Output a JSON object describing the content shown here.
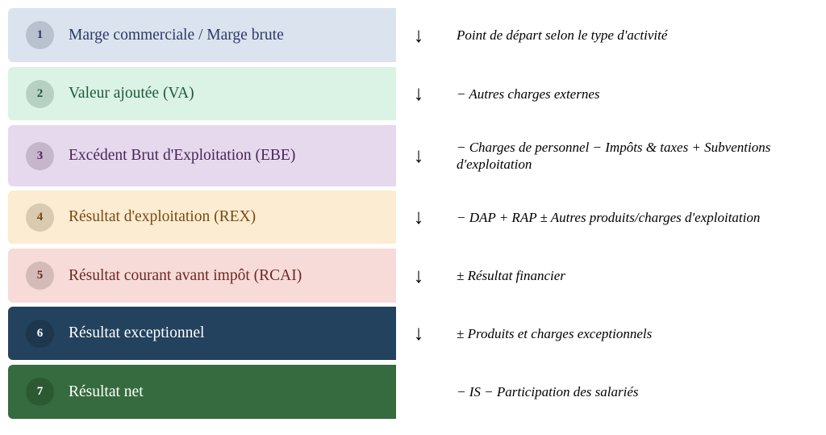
{
  "steps": [
    {
      "number": "1",
      "label": "Marge commerciale / Marge brute",
      "description": "Point de départ selon le type d'activité",
      "arrow": "↓",
      "bg": "#dae3ee",
      "text": "#2b3a67",
      "circle": "#b8c1cd"
    },
    {
      "number": "2",
      "label": "Valeur ajoutée (VA)",
      "description": "− Autres charges externes",
      "arrow": "↓",
      "bg": "#dbf3e4",
      "text": "#1e5a3e",
      "circle": "#b6d0c1"
    },
    {
      "number": "3",
      "label": "Excédent Brut d'Exploitation (EBE)",
      "description": "− Charges de personnel − Impôts & taxes + Subventions d'exploitation",
      "arrow": "↓",
      "bg": "#e6d9ee",
      "text": "#4a2557",
      "circle": "#c5b6cc"
    },
    {
      "number": "4",
      "label": "Résultat d'exploitation (REX)",
      "description": "− DAP + RAP ± Autres produits/charges d'exploitation",
      "arrow": "↓",
      "bg": "#fbecd2",
      "text": "#7a4a12",
      "circle": "#d8cbb1"
    },
    {
      "number": "5",
      "label": "Résultat courant avant impôt (RCAI)",
      "description": "± Résultat financier",
      "arrow": "↓",
      "bg": "#f7dbd8",
      "text": "#6b2a22",
      "circle": "#d4bbb8"
    },
    {
      "number": "6",
      "label": "Résultat exceptionnel",
      "description": "± Produits et charges exceptionnels",
      "arrow": "↓",
      "bg": "#23425e",
      "text": "#ffffff",
      "circle": "#1d374f"
    },
    {
      "number": "7",
      "label": "Résultat net",
      "description": "− IS − Participation des salariés",
      "arrow": "",
      "bg": "#366b3f",
      "text": "#ffffff",
      "circle": "#2c5934"
    }
  ]
}
